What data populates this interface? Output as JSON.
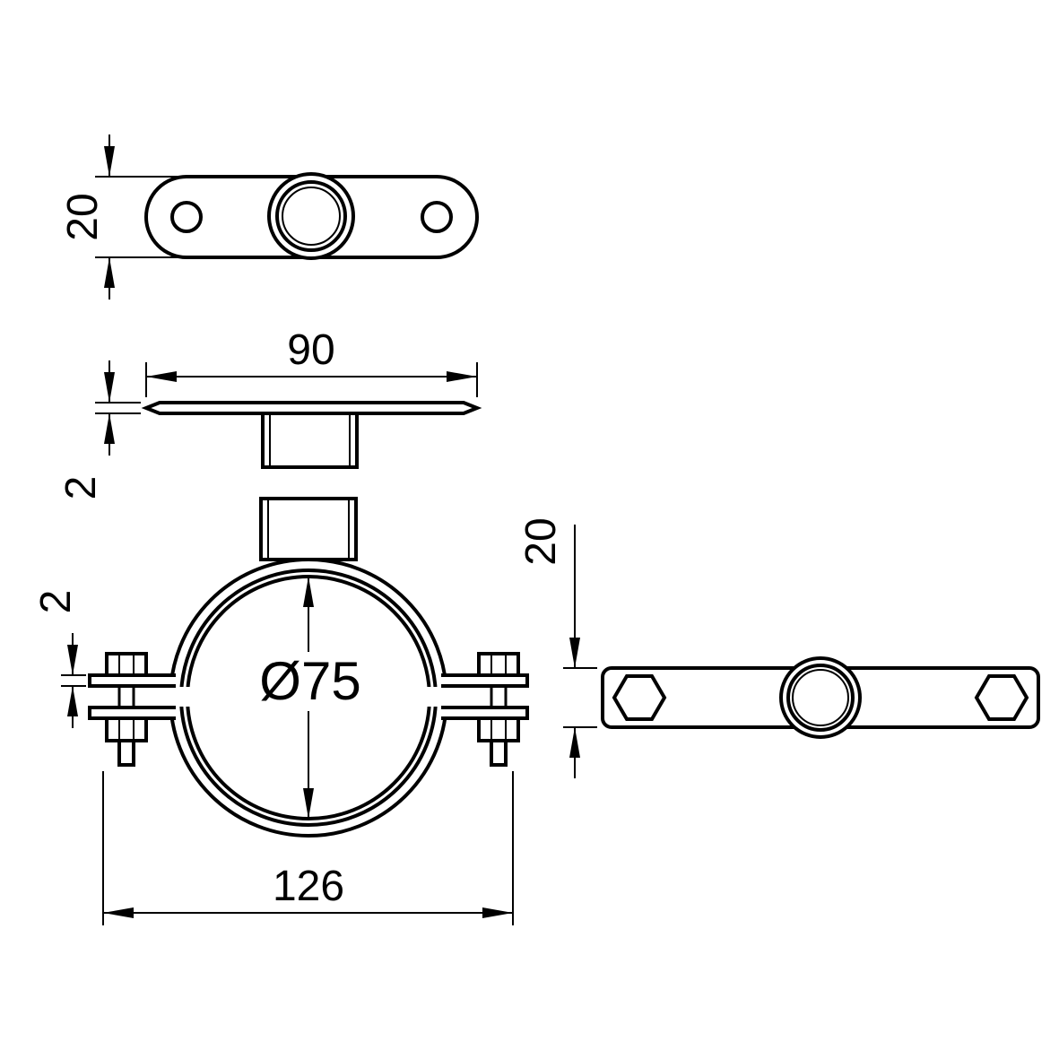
{
  "colors": {
    "line": "#000000",
    "background": "#ffffff"
  },
  "dimensions": {
    "plate_width": "20",
    "plate_length": "90",
    "plate_thickness": "2",
    "flange_thickness": "2",
    "clamp_inner_diameter": "Ø75",
    "clamp_overall_width": "126",
    "strap_width": "20"
  }
}
